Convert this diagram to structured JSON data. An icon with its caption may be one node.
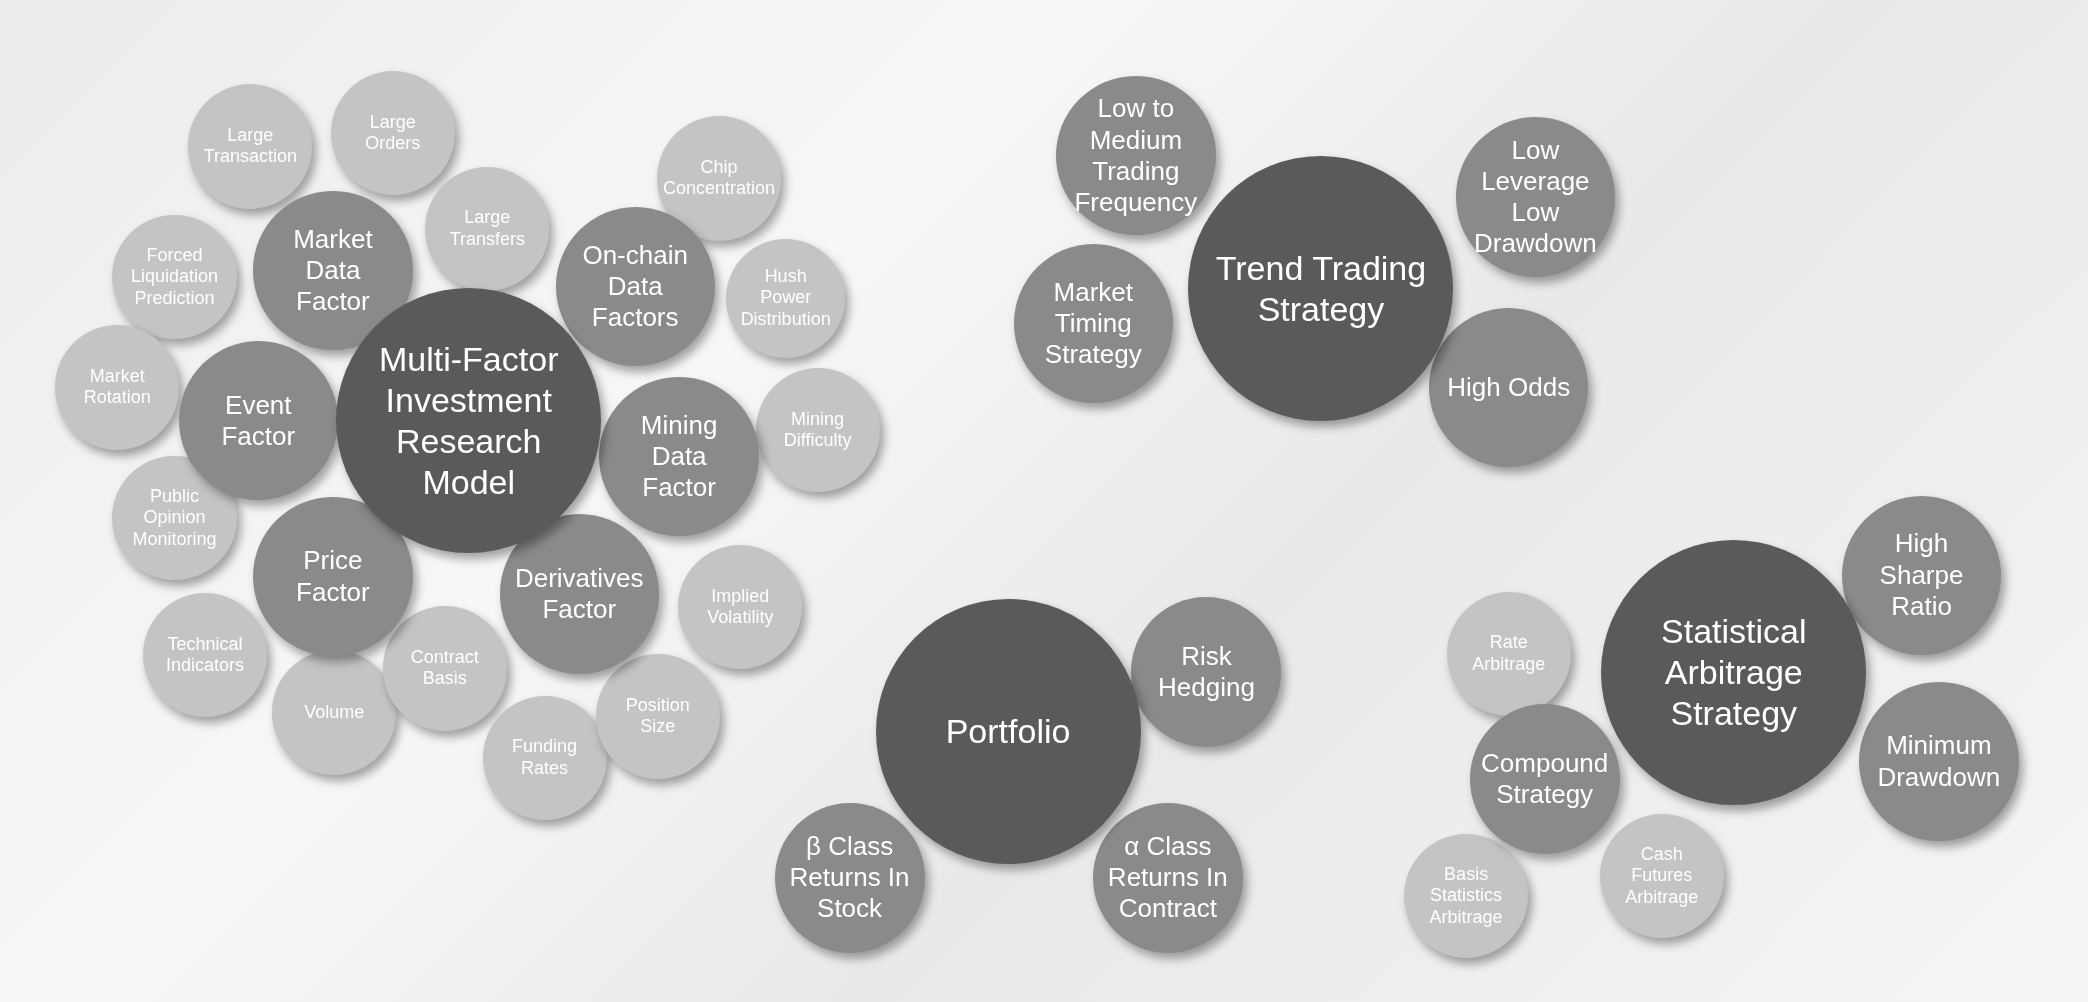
{
  "diagram": {
    "nodes": [
      {
        "text": [
          "Multi-Factor Investment Research Model"
        ]
      },
      {
        "text": [
          "Market Data Factor"
        ]
      },
      {
        "text": [
          "Event Factor"
        ]
      },
      {
        "text": [
          "Price Factor"
        ]
      },
      {
        "text": [
          "On-chain Data Factors"
        ]
      },
      {
        "text": [
          "Mining Data Factor"
        ]
      },
      {
        "text": [
          "Derivatives Factor"
        ]
      },
      {
        "text": [
          "Large Transaction"
        ]
      },
      {
        "text": [
          "Large Orders"
        ]
      },
      {
        "text": [
          "Large Transfers"
        ]
      },
      {
        "text": [
          "Forced Liquidation Prediction"
        ]
      },
      {
        "text": [
          "Market Rotation"
        ]
      },
      {
        "text": [
          "Public Opinion Monitoring"
        ]
      },
      {
        "text": [
          "Technical Indicators"
        ]
      },
      {
        "text": [
          "Volume"
        ]
      },
      {
        "text": [
          "Contract Basis"
        ]
      },
      {
        "text": [
          "Funding Rates"
        ]
      },
      {
        "text": [
          "Position Size"
        ]
      },
      {
        "text": [
          "Implied Volatility"
        ]
      },
      {
        "text": [
          "Mining Difficulty"
        ]
      },
      {
        "text": [
          "Hush Power Distribution"
        ]
      },
      {
        "text": [
          "Chip Concentration"
        ]
      },
      {
        "text": [
          "Trend Trading Strategy"
        ]
      },
      {
        "text": [
          "Low to Medium Trading Frequency"
        ]
      },
      {
        "text": [
          "Market Timing Strategy"
        ]
      },
      {
        "text": [
          "Low Leverage Low Drawdown"
        ]
      },
      {
        "text": [
          "High Odds"
        ]
      },
      {
        "text": [
          "Portfolio"
        ]
      },
      {
        "text": [
          "Risk Hedging"
        ]
      },
      {
        "text": [
          "β Class Returns In Stock"
        ]
      },
      {
        "text": [
          "α Class Returns In Contract"
        ]
      },
      {
        "text": [
          "Statistical Arbitrage Strategy"
        ]
      },
      {
        "text": [
          "High Sharpe Ratio"
        ]
      },
      {
        "text": [
          "Minimum Drawdown"
        ]
      },
      {
        "text": [
          "Compound Strategy"
        ]
      },
      {
        "text": [
          "Rate Arbitrage"
        ]
      },
      {
        "text": [
          "Basis Statistics Arbitrage"
        ]
      },
      {
        "text": [
          "Cash Futures Arbitrage"
        ]
      }
    ]
  }
}
